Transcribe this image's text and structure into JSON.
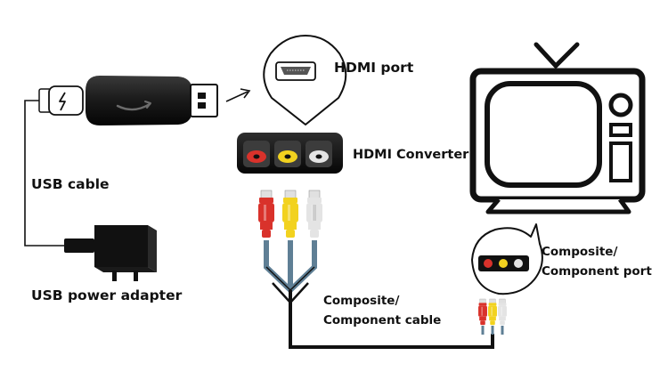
{
  "labels": {
    "hdmi_port": "HDMI port",
    "hdmi_converter": "HDMI Converter",
    "usb_cable": "USB cable",
    "usb_power_adapter": "USB power adapter",
    "composite_cable_line1": "Composite/",
    "composite_cable_line2": "Component cable",
    "composite_port_line1": "Composite/",
    "composite_port_line2": "Component port"
  },
  "icons": {
    "usb_stick": "fire-tv-stick-icon",
    "usb_connector": "usb-connector-icon",
    "power_adapter": "power-adapter-icon",
    "hdmi_port_callout": "hdmi-port-icon",
    "converter": "hdmi-converter-icon",
    "rca_plugs": "rca-plug-icon",
    "television": "television-icon",
    "composite_port_callout": "composite-port-icon"
  },
  "colors": {
    "ink": "#111111",
    "rca_red": "#d9322b",
    "rca_yellow": "#f2d21f",
    "rca_white": "#e4e4e4",
    "cable_blue": "#5f7f95"
  }
}
